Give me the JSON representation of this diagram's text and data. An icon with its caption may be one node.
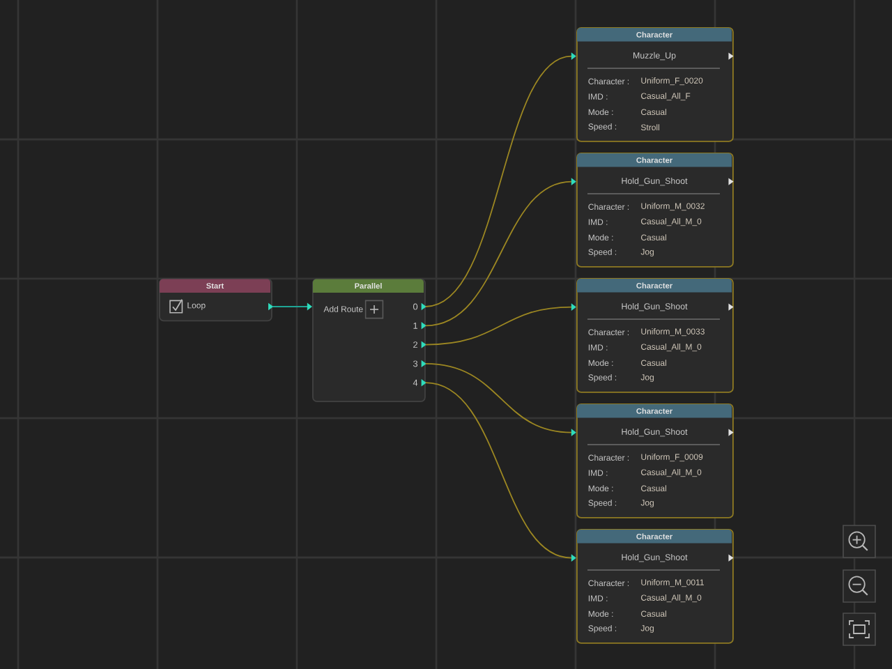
{
  "diagram": {
    "nodes": [
      {
        "text": [
          "Start",
          "Loop"
        ]
      },
      {
        "text": [
          "Parallel",
          "Add Route",
          "0",
          "1",
          "2",
          "3",
          "4"
        ]
      },
      {
        "text": [
          "Character",
          "Muzzle_Up",
          "Character :",
          "Uniform_F_0020",
          "IMD :",
          "Casual_All_F",
          "Mode :",
          "Casual",
          "Speed :",
          "Stroll"
        ]
      },
      {
        "text": [
          "Character",
          "Hold_Gun_Shoot",
          "Character :",
          "Uniform_M_0032",
          "IMD :",
          "Casual_All_M_0",
          "Mode :",
          "Casual",
          "Speed :",
          "Jog"
        ]
      },
      {
        "text": [
          "Character",
          "Hold_Gun_Shoot",
          "Character :",
          "Uniform_M_0033",
          "IMD :",
          "Casual_All_M_0",
          "Mode :",
          "Casual",
          "Speed :",
          "Jog"
        ]
      },
      {
        "text": [
          "Character",
          "Hold_Gun_Shoot",
          "Character :",
          "Uniform_F_0009",
          "IMD :",
          "Casual_All_M_0",
          "Mode :",
          "Casual",
          "Speed :",
          "Jog"
        ]
      },
      {
        "text": [
          "Character",
          "Hold_Gun_Shoot",
          "Character :",
          "Uniform_M_0011",
          "IMD :",
          "Casual_All_M_0",
          "Mode :",
          "Casual",
          "Speed :",
          "Jog"
        ]
      }
    ],
    "edges": [
      {
        "from": 0,
        "to": 1,
        "arrow": "to",
        "color": "#1fa595"
      },
      {
        "from": 1,
        "to": 2,
        "arrow": "to"
      },
      {
        "from": 1,
        "to": 3,
        "arrow": "to"
      },
      {
        "from": 1,
        "to": 4,
        "arrow": "to"
      },
      {
        "from": 1,
        "to": 5,
        "arrow": "to"
      },
      {
        "from": 1,
        "to": 6,
        "arrow": "to"
      }
    ]
  }
}
